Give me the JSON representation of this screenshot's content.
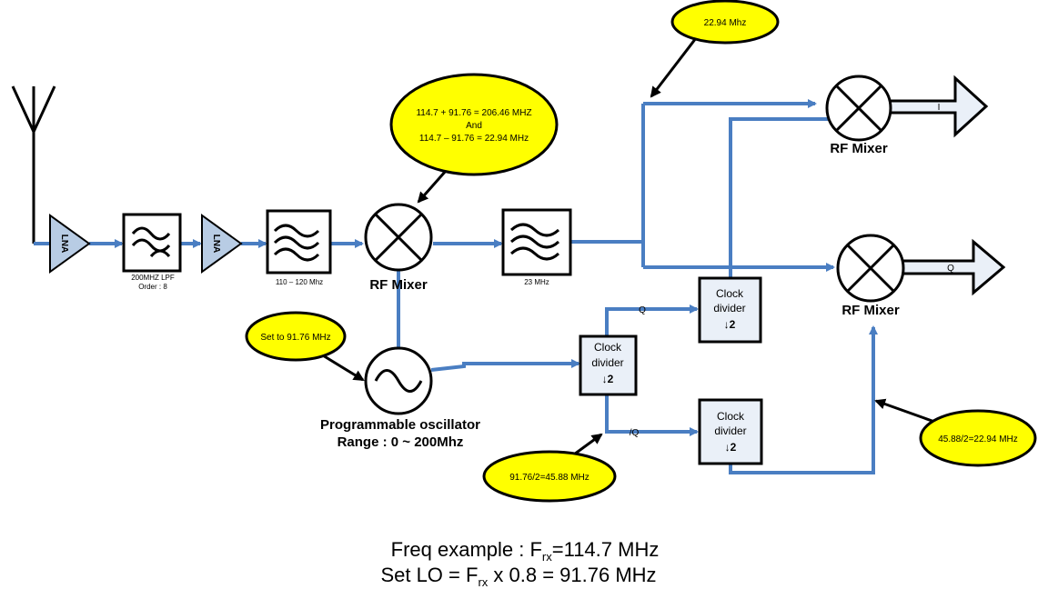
{
  "blocks": {
    "lna_label": "LNA",
    "lpf_label_line1": "200MHZ LPF",
    "lpf_label_line2": "Order : 8",
    "bpf1_label": "110 – 120 Mhz",
    "bpf2_label": "23 MHz",
    "mixer_label": "RF Mixer",
    "oscillator_label_line1": "Programmable oscillator",
    "oscillator_label_line2": "Range : 0 ~ 200Mhz",
    "clock_divider_line1": "Clock",
    "clock_divider_line2": "divider",
    "clock_divider_ratio": "↓2"
  },
  "ports": {
    "q": "Q",
    "q_bar": "/Q",
    "output_i": "I",
    "output_q": "Q"
  },
  "callouts": {
    "mixer_products_line1": "114.7 + 91.76 = 206.46 MHZ",
    "mixer_products_line2": "And",
    "mixer_products_line3": "114.7 – 91.76 = 22.94 MHz",
    "if_freq": "22.94 Mhz",
    "lo_setting": "Set to 91.76 MHz",
    "half_lo": "91.76/2=45.88 MHz",
    "quarter_lo": "45.88/2=22.94 MHz"
  },
  "footer": {
    "line1_prefix": "Freq example : F",
    "line1_sub": "rx",
    "line1_suffix": "=114.7 MHz",
    "line2_prefix": "Set LO = F",
    "line2_sub": "rx",
    "line2_suffix": " x 0.8 = 91.76 MHz"
  },
  "colors": {
    "wire": "#4a7ec2",
    "callout_fill": "#ffff00",
    "block_fill": "#eaf0f8",
    "amp_fill": "#b8cce4"
  }
}
